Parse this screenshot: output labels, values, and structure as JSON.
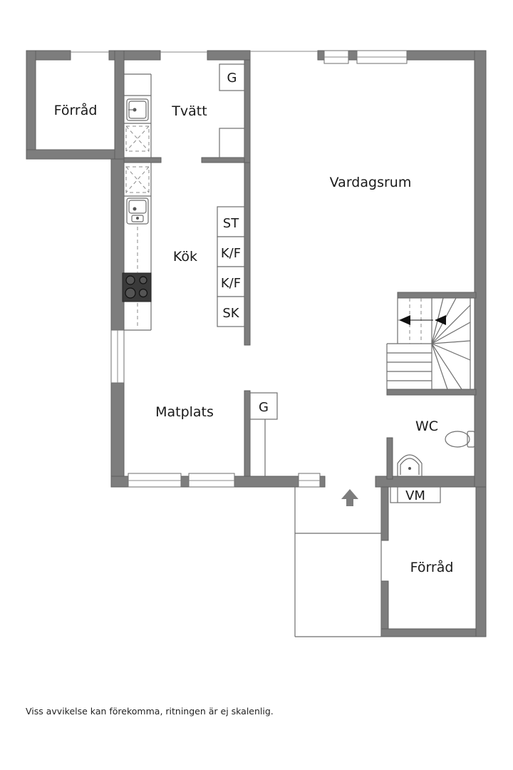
{
  "rooms": {
    "forrad_top": "Förråd",
    "tvatt": "Tvätt",
    "vardagsrum": "Vardagsrum",
    "kok": "Kök",
    "matplats": "Matplats",
    "wc": "WC",
    "forrad_bottom": "Förråd"
  },
  "appliances": {
    "g_tvatt": "G",
    "g_matplats": "G",
    "st": "ST",
    "kf1": "K/F",
    "kf2": "K/F",
    "sk": "SK",
    "vm": "VM"
  },
  "colors": {
    "wall": "#7d7d7d",
    "line": "#6e6e6e",
    "text": "#1a1a1a"
  },
  "icons": [
    "sink-icon",
    "stove-icon",
    "toilet-icon",
    "stair-arrow-icon",
    "entrance-arrow-icon"
  ],
  "disclaimer": "Viss avvikelse kan förekomma, ritningen är ej skalenlig."
}
